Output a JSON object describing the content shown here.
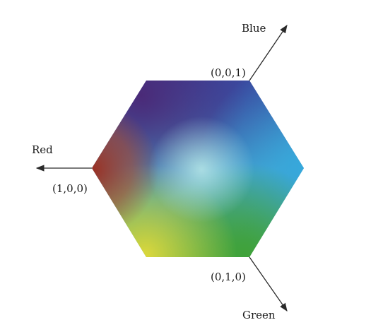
{
  "diagram": {
    "axes": {
      "red": {
        "label": "Red",
        "point": "(1,0,0)"
      },
      "blue": {
        "label": "Blue",
        "point": "(0,0,1)"
      },
      "green": {
        "label": "Green",
        "point": "(0,1,0)"
      }
    },
    "colors": {
      "red_corner": "#a83a28",
      "blue_top": "#3f4a9c",
      "purple_top_left": "#4a2f7e",
      "cyan_right": "#3aa7d8",
      "green_bottom": "#47a83c",
      "yellow_bottom_left": "#d6d23a",
      "center_light": "#9fd9e0"
    }
  }
}
